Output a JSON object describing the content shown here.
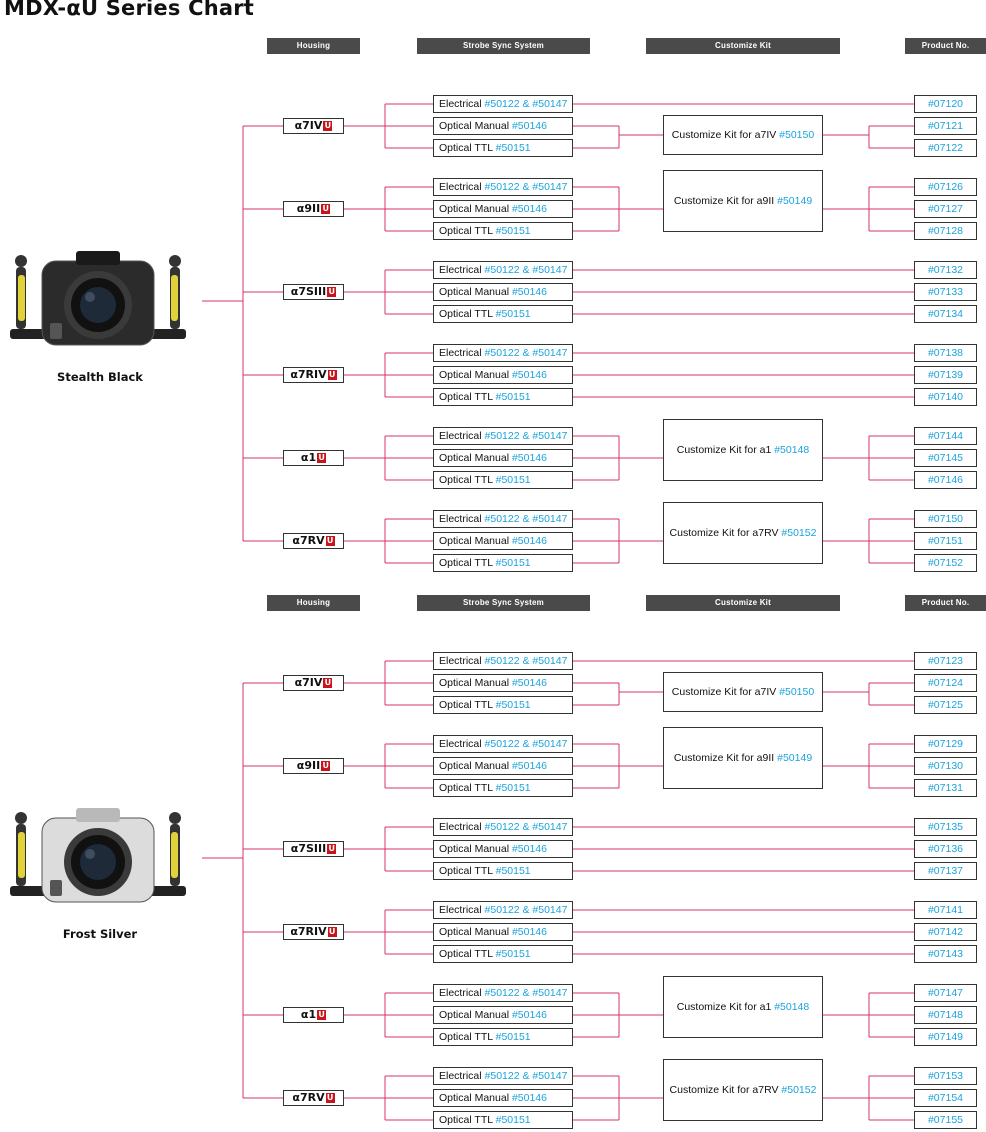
{
  "title": "MDX-αU Series Chart",
  "headers": {
    "housing": "Housing",
    "strobe": "Strobe Sync System",
    "kit": "Customize Kit",
    "product": "Product No."
  },
  "strobe_labels": {
    "electrical": "Electrical",
    "optical_manual": "Optical Manual",
    "optical_ttl": "Optical TTL"
  },
  "strobe_codes": {
    "electrical": "#50122 & #50147",
    "optical_manual": "#50146",
    "optical_ttl": "#50151"
  },
  "u_badge": "U",
  "colors": {
    "line": "#d6336c",
    "link": "#1aa3dd",
    "badge": "#c8151c",
    "header": "#4a4a4a"
  },
  "sections": [
    {
      "caption": "Stealth Black",
      "camera_icon": "black-underwater-housing",
      "housings": [
        {
          "name": "α7IV",
          "kit": {
            "label": "Customize Kit for a7IV",
            "code": "#50150",
            "mode": "optical"
          },
          "products": [
            "#07120",
            "#07121",
            "#07122"
          ]
        },
        {
          "name": "α9II",
          "kit": {
            "label": "Customize Kit for a9II",
            "code": "#50149",
            "mode": "all"
          },
          "products": [
            "#07126",
            "#07127",
            "#07128"
          ]
        },
        {
          "name": "α7SIII",
          "kit": null,
          "products": [
            "#07132",
            "#07133",
            "#07134"
          ]
        },
        {
          "name": "α7RIV",
          "kit": null,
          "products": [
            "#07138",
            "#07139",
            "#07140"
          ]
        },
        {
          "name": "α1",
          "kit": {
            "label": "Customize Kit for a1",
            "code": "#50148",
            "mode": "all"
          },
          "products": [
            "#07144",
            "#07145",
            "#07146"
          ]
        },
        {
          "name": "α7RV",
          "kit": {
            "label": "Customize Kit for a7RV",
            "code": "#50152",
            "mode": "all"
          },
          "products": [
            "#07150",
            "#07151",
            "#07152"
          ]
        }
      ]
    },
    {
      "caption": "Frost Silver",
      "camera_icon": "silver-underwater-housing",
      "housings": [
        {
          "name": "α7IV",
          "kit": {
            "label": "Customize Kit for a7IV",
            "code": "#50150",
            "mode": "optical"
          },
          "products": [
            "#07123",
            "#07124",
            "#07125"
          ]
        },
        {
          "name": "α9II",
          "kit": {
            "label": "Customize Kit for a9II",
            "code": "#50149",
            "mode": "all"
          },
          "products": [
            "#07129",
            "#07130",
            "#07131"
          ]
        },
        {
          "name": "α7SIII",
          "kit": null,
          "products": [
            "#07135",
            "#07136",
            "#07137"
          ]
        },
        {
          "name": "α7RIV",
          "kit": null,
          "products": [
            "#07141",
            "#07142",
            "#07143"
          ]
        },
        {
          "name": "α1",
          "kit": {
            "label": "Customize Kit for a1",
            "code": "#50148",
            "mode": "all"
          },
          "products": [
            "#07147",
            "#07148",
            "#07149"
          ]
        },
        {
          "name": "α7RV",
          "kit": {
            "label": "Customize Kit for a7RV",
            "code": "#50152",
            "mode": "all"
          },
          "products": [
            "#07153",
            "#07154",
            "#07155"
          ]
        }
      ]
    }
  ]
}
